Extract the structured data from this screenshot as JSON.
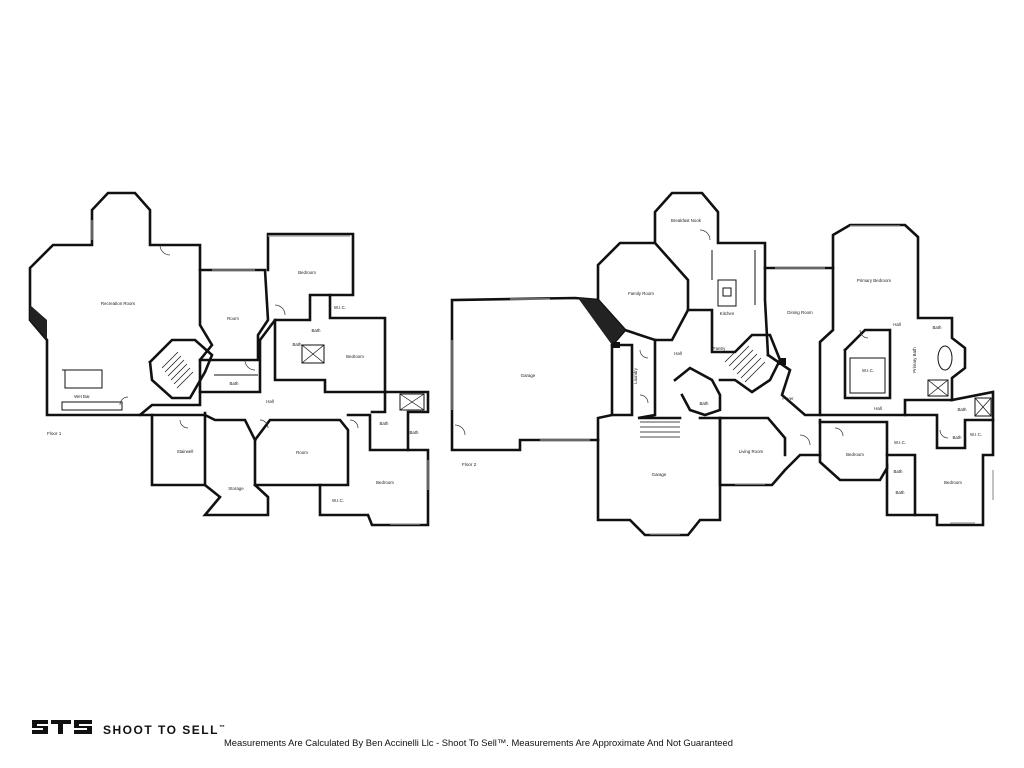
{
  "floor_1": {
    "label": "Floor 1",
    "rooms": {
      "recreation_room": "Recreation Room",
      "bedroom_a": "Bedroom",
      "room_a": "Room",
      "wic_a": "W.I.C.",
      "bath_a": "Bath",
      "bath_b": "Bath",
      "bedroom_b": "Bedroom",
      "wet_bar": "Wet Bar",
      "hall": "Hall",
      "bath_c": "Bath",
      "bath_d": "Bath",
      "stairwell": "Stairwell",
      "room_b": "Room",
      "storage": "Storage",
      "wic_b": "W.I.C.",
      "bedroom_c": "Bedroom"
    }
  },
  "floor_2": {
    "label": "Floor 2",
    "rooms": {
      "breakfast_nook": "Breakfast Nook",
      "family_room": "Family Room",
      "kitchen": "Kitchen",
      "dining_room": "Dining Room",
      "primary_bedroom": "Primary Bedroom",
      "garage_a": "Garage",
      "pantry": "Pantry",
      "hall_a": "Hall",
      "laundry": "Laundry",
      "hall_b": "Hall",
      "bath_a": "Bath",
      "wic_a": "W.I.C.",
      "primary_bath": "Primary Bath",
      "foyer": "Foyer",
      "bath_b": "Bath",
      "hall_c": "Hall",
      "bath_c": "Bath",
      "wic_b": "W.I.C.",
      "living_room": "Living Room",
      "bedroom_a": "Bedroom",
      "bath_d": "Bath",
      "bedroom_b": "Bedroom",
      "bath_e": "Bath",
      "garage_b": "Garage"
    }
  },
  "branding": {
    "logo_text": "STS",
    "brand_name": "SHOOT TO SELL",
    "brand_tm": "™",
    "disclaimer": "Measurements Are Calculated By Ben Accinelli Llc - Shoot To Sell™. Measurements Are Approximate And Not Guaranteed"
  }
}
